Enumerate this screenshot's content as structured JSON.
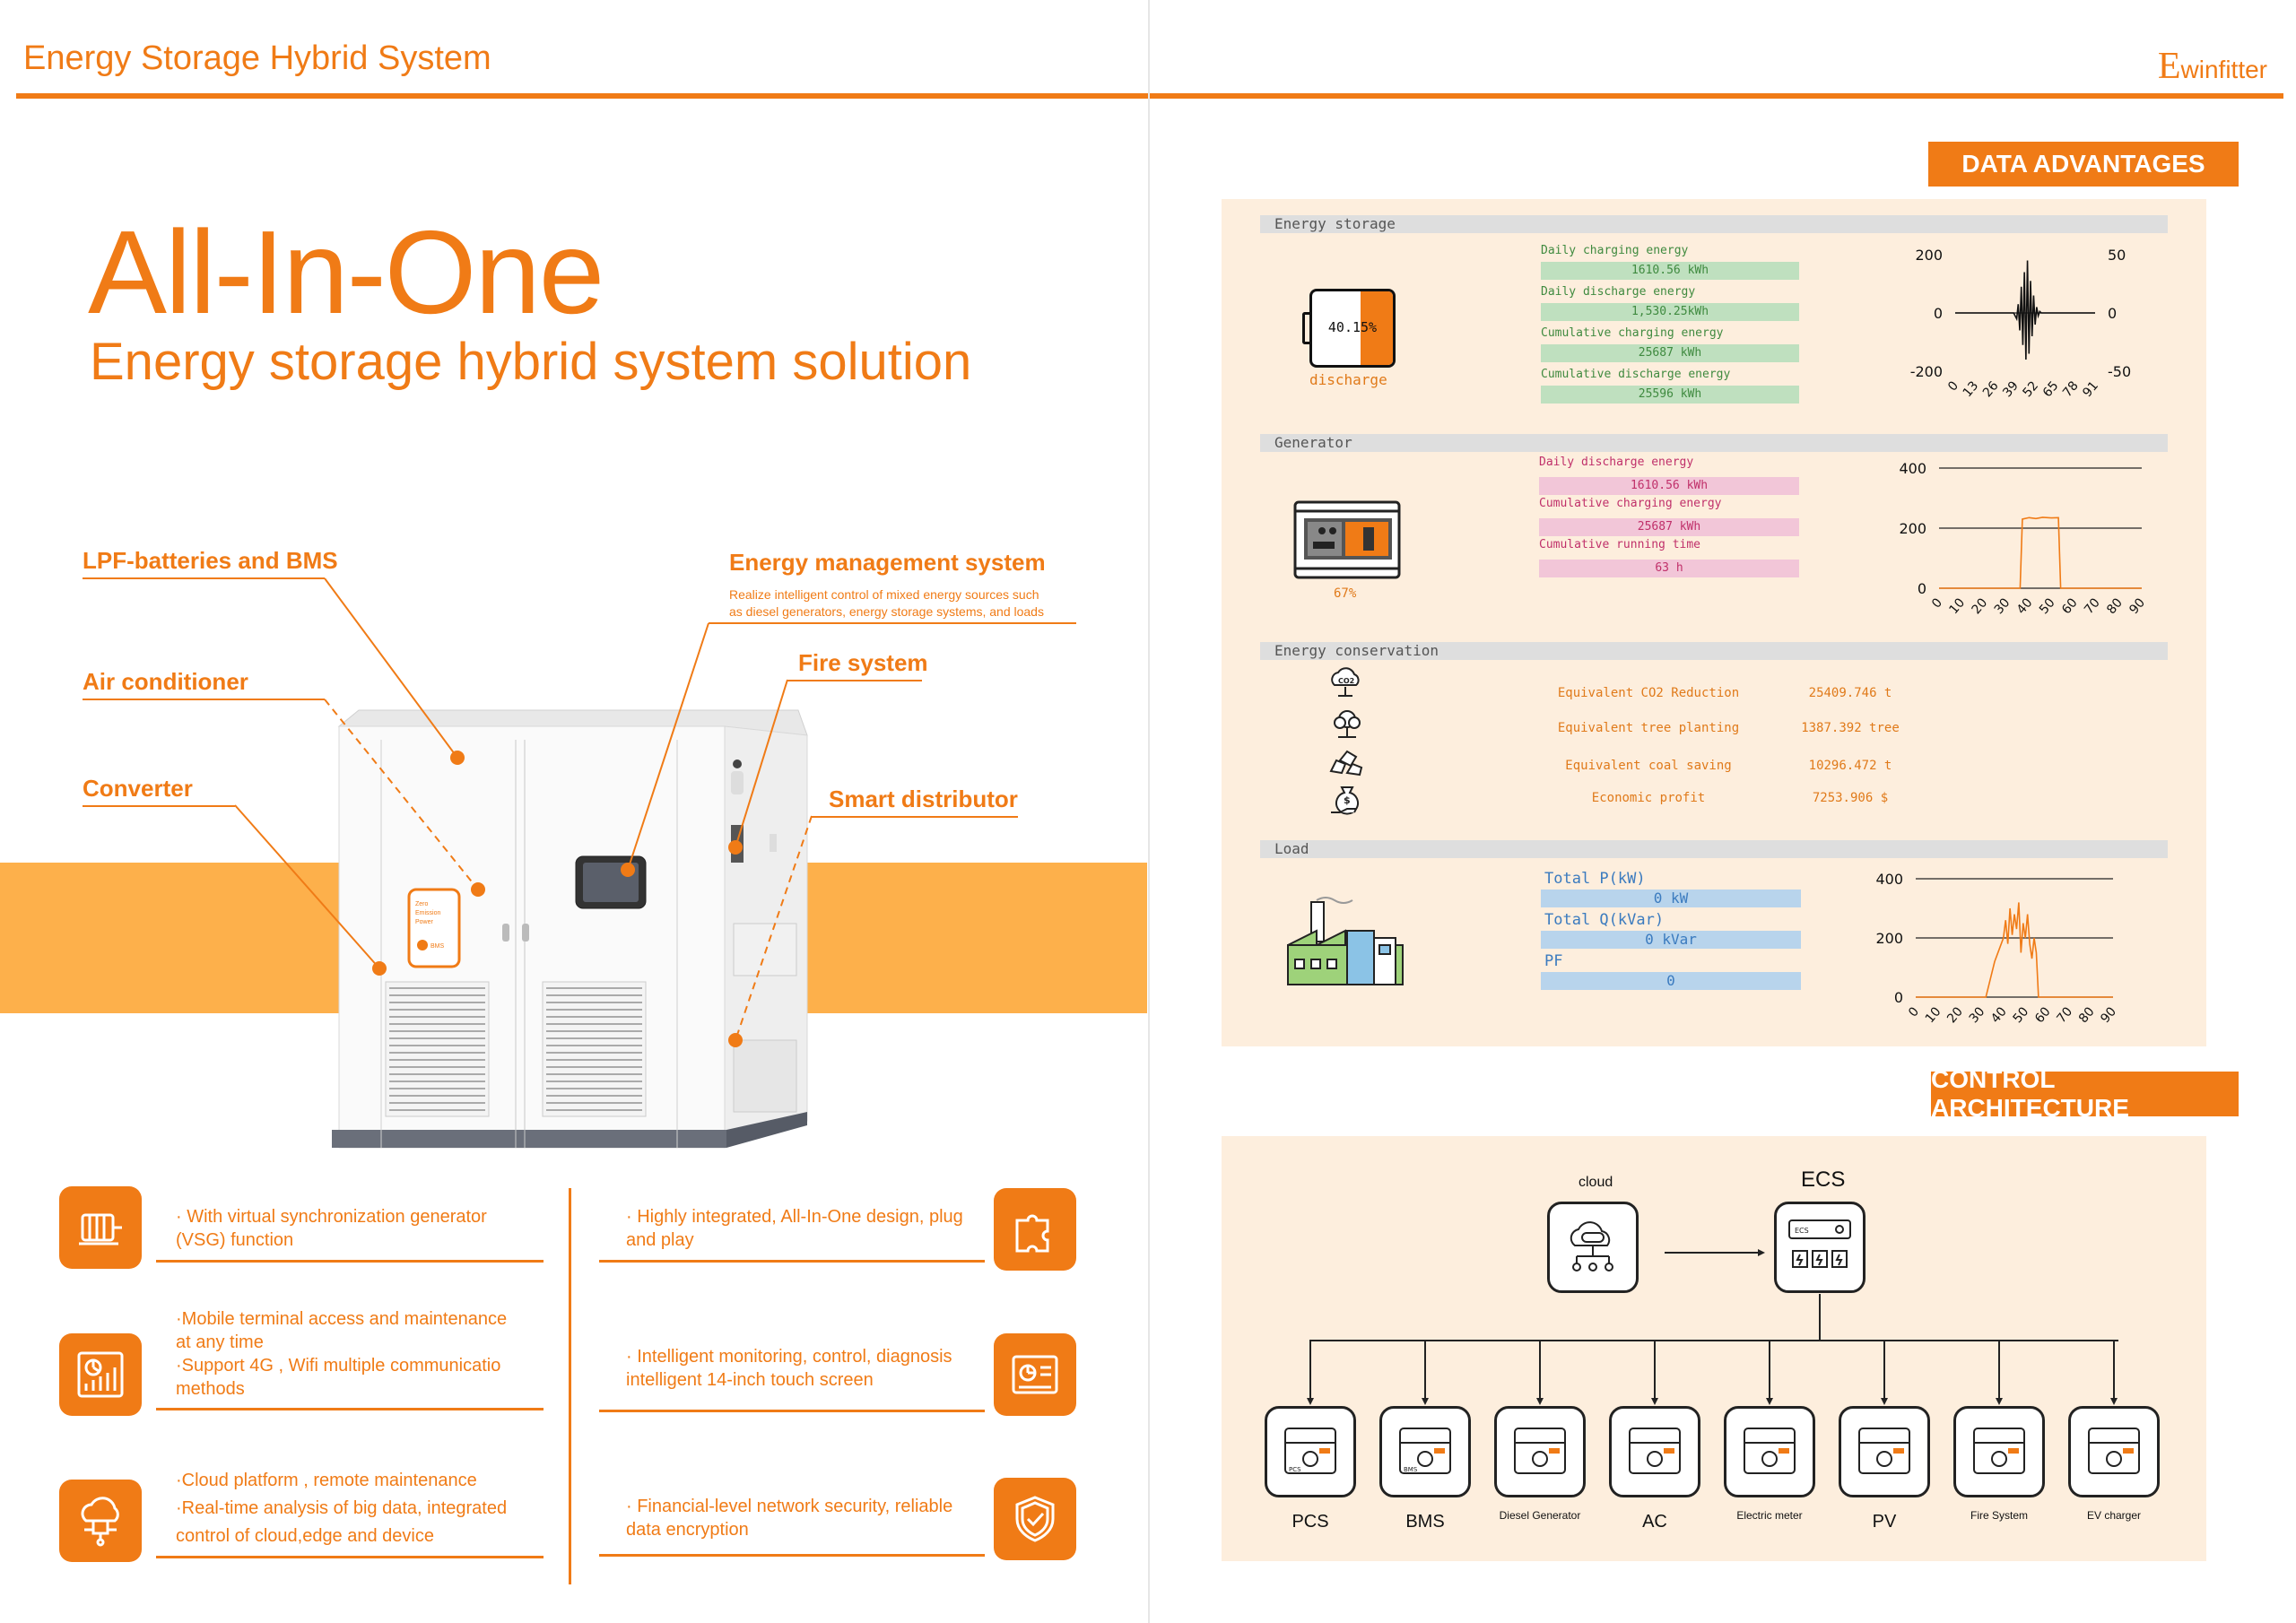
{
  "header": {
    "title": "Energy Storage Hybrid System",
    "brand_letter": "E",
    "brand_rest": "winfitter"
  },
  "hero": {
    "title": "All-In-One",
    "subtitle": "Energy storage hybrid system solution"
  },
  "callouts": {
    "lpf": "LPF-batteries and BMS",
    "air": "Air conditioner",
    "converter": "Converter",
    "ems": "Energy management system",
    "ems_note_1": "Realize intelligent control of mixed energy sources such",
    "ems_note_2": "as diesel generators, energy storage systems,  and loads",
    "fire": "Fire system",
    "smart": "Smart distributor"
  },
  "cabinet": {
    "label_1": "Zero",
    "label_2": "Emission",
    "label_3": "Power",
    "badge": "BMS"
  },
  "features": {
    "f1": [
      "· With  virtual  synchronization generator",
      "(VSG) function"
    ],
    "f2": [
      "·Mobile terminal  access and maintenance",
      "at any time",
      "·Support 4G , Wifi multiple  communicatio",
      "methods"
    ],
    "f3": [
      "·Cloud  platform , remote  maintenance",
      "·Real-time analysis of big data, integrated",
      "control of cloud,edge and device"
    ],
    "f4": [
      "· Highly integrated, All-In-One design, plug",
      "and play"
    ],
    "f5": [
      "· Intelligent monitoring, control, diagnosis",
      "intelligent 14-inch touch screen"
    ],
    "f6": [
      "· Financial-level network security, reliable",
      "data encryption"
    ]
  },
  "data_advantages": {
    "tag": "DATA ADVANTAGES",
    "storage": {
      "section": "Energy storage",
      "battery_pct": "40.15%",
      "battery_state": "discharge",
      "rows": [
        {
          "label": "Daily charging energy",
          "value": "1610.56 kWh"
        },
        {
          "label": "Daily discharge energy",
          "value": "1,530.25kWh"
        },
        {
          "label": "Cumulative charging energy",
          "value": "25687 kWh"
        },
        {
          "label": "Cumulative discharge energy",
          "value": "25596 kWh"
        }
      ]
    },
    "generator": {
      "section": "Generator",
      "pct": "67%",
      "rows": [
        {
          "label": "Daily discharge energy",
          "value": "1610.56 kWh"
        },
        {
          "label": "Cumulative charging energy",
          "value": "25687 kWh"
        },
        {
          "label": "Cumulative running time",
          "value": "63 h"
        }
      ]
    },
    "conservation": {
      "section": "Energy conservation",
      "co2_icon_text": "CO2",
      "rows": [
        {
          "label": "Equivalent CO2 Reduction",
          "value": "25409.746 t"
        },
        {
          "label": "Equivalent tree planting",
          "value": "1387.392 tree"
        },
        {
          "label": "Equivalent coal saving",
          "value": "10296.472 t"
        },
        {
          "label": "Economic profit",
          "value": "7253.906 $"
        }
      ]
    },
    "load": {
      "section": "Load",
      "rows": [
        {
          "label": "Total P(kW)",
          "value": "0 kW"
        },
        {
          "label": "Total Q(kVar)",
          "value": "0 kVar"
        },
        {
          "label": "PF",
          "value": "0"
        }
      ]
    }
  },
  "chart_data": [
    {
      "type": "line",
      "title": "",
      "x_ticks": [
        "0",
        "13",
        "26",
        "39",
        "52",
        "65",
        "78",
        "91"
      ],
      "left_ticks": [
        "200",
        "0",
        "-200"
      ],
      "right_ticks": [
        "50",
        "0",
        "-50"
      ],
      "ylim_left": [
        -200,
        200
      ],
      "ylim_right": [
        -50,
        50
      ],
      "x": [
        0,
        10,
        20,
        30,
        38,
        40,
        41,
        42,
        43,
        44,
        45,
        46,
        47,
        48,
        49,
        50,
        51,
        52,
        53,
        54,
        55,
        56,
        57,
        58,
        60,
        70,
        80,
        91
      ],
      "values": [
        0,
        0,
        0,
        0,
        0,
        -20,
        30,
        -60,
        90,
        -110,
        140,
        -160,
        180,
        -140,
        110,
        -80,
        60,
        -40,
        20,
        -10,
        5,
        0,
        0,
        0,
        0,
        0,
        0,
        0
      ]
    },
    {
      "type": "line",
      "title": "",
      "x_ticks": [
        "0",
        "10",
        "20",
        "30",
        "40",
        "50",
        "60",
        "70",
        "80",
        "90"
      ],
      "y_ticks": [
        "400",
        "200",
        "0"
      ],
      "ylim": [
        0,
        400
      ],
      "x": [
        0,
        10,
        20,
        30,
        36,
        37,
        40,
        43,
        46,
        50,
        53,
        54,
        60,
        70,
        80,
        90
      ],
      "values": [
        0,
        0,
        0,
        0,
        0,
        230,
        235,
        232,
        236,
        234,
        235,
        0,
        0,
        0,
        0,
        0
      ]
    },
    {
      "type": "line",
      "title": "",
      "x_ticks": [
        "0",
        "10",
        "20",
        "30",
        "40",
        "50",
        "60",
        "70",
        "80",
        "90"
      ],
      "y_ticks": [
        "400",
        "200",
        "0"
      ],
      "ylim": [
        0,
        400
      ],
      "x": [
        0,
        10,
        20,
        30,
        32,
        34,
        36,
        38,
        40,
        41,
        42,
        43,
        44,
        45,
        46,
        47,
        48,
        49,
        50,
        51,
        52,
        53,
        54,
        55,
        56,
        60,
        70,
        80,
        90
      ],
      "values": [
        0,
        0,
        0,
        0,
        0,
        60,
        120,
        160,
        200,
        260,
        180,
        300,
        210,
        280,
        230,
        320,
        150,
        250,
        200,
        280,
        180,
        130,
        200,
        150,
        0,
        0,
        0,
        0,
        0
      ]
    }
  ],
  "control": {
    "tag": "CONTROL ARCHITECTURE",
    "cloud": "cloud",
    "ecs": "ECS",
    "ecs_small": "ECS",
    "pcs_small": "PCS",
    "bms_small": "BMS",
    "devices": [
      "PCS",
      "BMS",
      "Diesel Generator",
      "AC",
      "Electric meter",
      "PV",
      "Fire System",
      "EV charger"
    ]
  }
}
